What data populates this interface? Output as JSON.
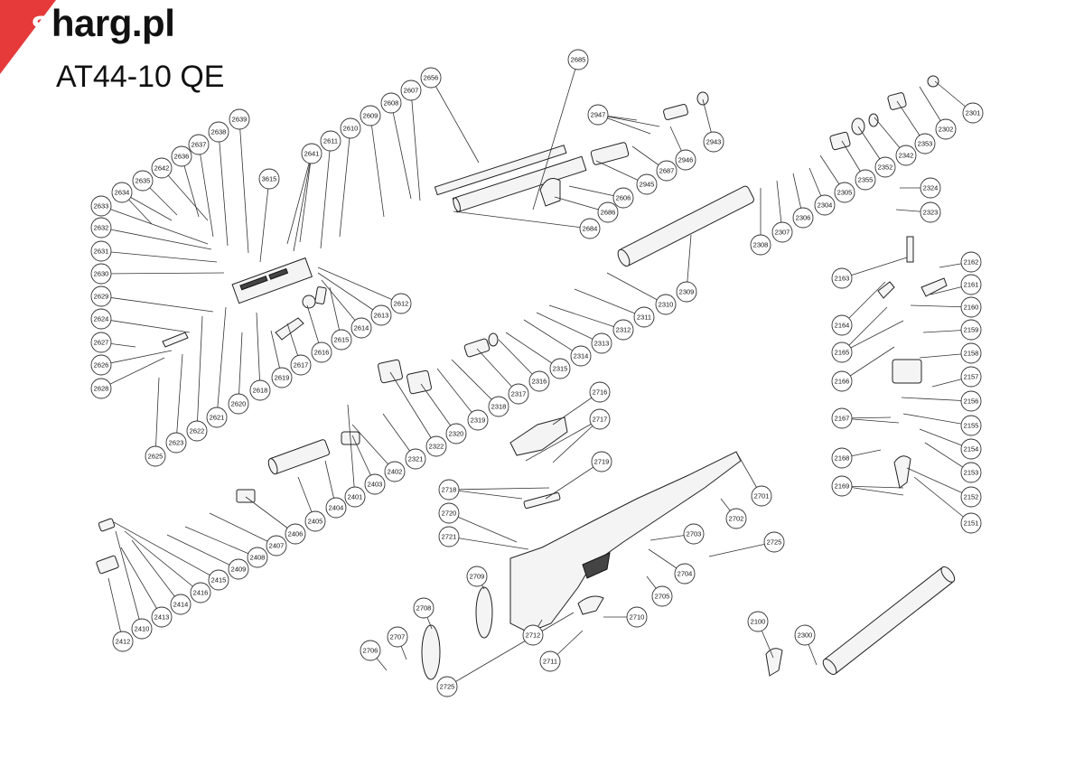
{
  "brand": {
    "logo_s": "s",
    "logo_rest": "harg.pl",
    "accent": "#e63a3a"
  },
  "model": "AT44-10 QE",
  "labels": [
    "2685",
    "2656",
    "2607",
    "2608",
    "2609",
    "2610",
    "2611",
    "2641",
    "3615",
    "2639",
    "2638",
    "2637",
    "2636",
    "2642",
    "2635",
    "2634",
    "2633",
    "2632",
    "2631",
    "2630",
    "2629",
    "2624",
    "2627",
    "2626",
    "2628",
    "2625",
    "2623",
    "2622",
    "2621",
    "2620",
    "2618",
    "2619",
    "2617",
    "2616",
    "2615",
    "2614",
    "2613",
    "2612",
    "2947",
    "2943",
    "2946",
    "2687",
    "2945",
    "2606",
    "2686",
    "2684",
    "2301",
    "2302",
    "2353",
    "2342",
    "2352",
    "2355",
    "2305",
    "2304",
    "2306",
    "2307",
    "2308",
    "2324",
    "2323",
    "2309",
    "2310",
    "2311",
    "2312",
    "2313",
    "2314",
    "2315",
    "2316",
    "2317",
    "2318",
    "2319",
    "2320",
    "2322",
    "2321",
    "2402",
    "2403",
    "2401",
    "2404",
    "2405",
    "2406",
    "2407",
    "2408",
    "2409",
    "2415",
    "2416",
    "2414",
    "2413",
    "2410",
    "2412",
    "2716",
    "2717",
    "2719",
    "2718",
    "2720",
    "2721",
    "2701",
    "2702",
    "2703",
    "2725",
    "2704",
    "2705",
    "2709",
    "2708",
    "2707",
    "2706",
    "2712",
    "2711",
    "2710",
    "2100",
    "2300",
    "2162",
    "2163",
    "2161",
    "2164",
    "2160",
    "2165",
    "2159",
    "2166",
    "2158",
    "2157",
    "2156",
    "2167",
    "2155",
    "2154",
    "2168",
    "2153",
    "2169",
    "2152",
    "2151"
  ]
}
